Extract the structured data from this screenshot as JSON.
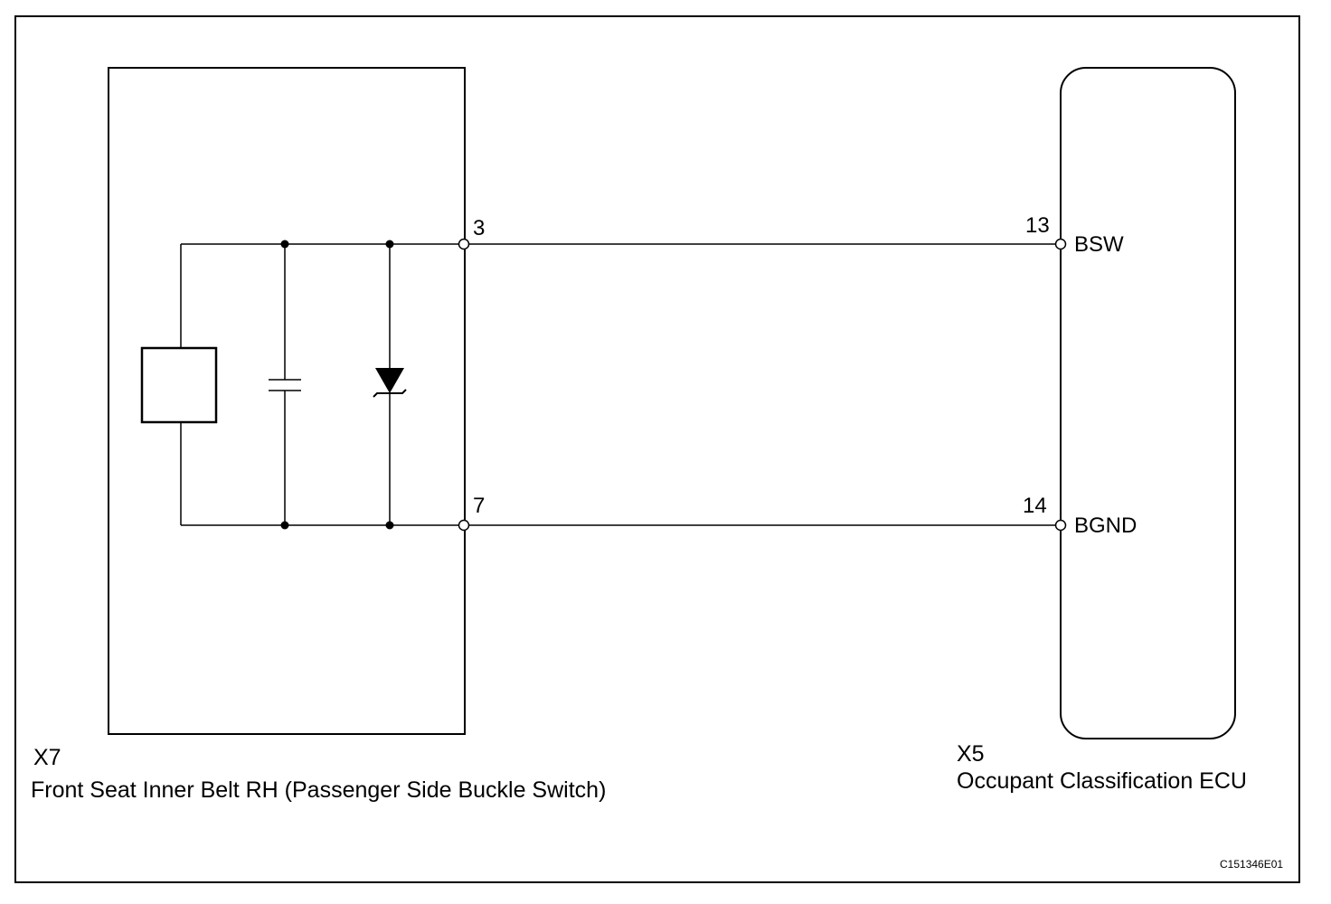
{
  "left_component": {
    "code": "X7",
    "name": "Front Seat Inner Belt RH (Passenger Side Buckle Switch)",
    "pin_top": "3",
    "pin_bottom": "7"
  },
  "right_component": {
    "code": "X5",
    "name": "Occupant Classification ECU",
    "pin_top": "13",
    "pin_top_label": "BSW",
    "pin_bottom": "14",
    "pin_bottom_label": "BGND"
  },
  "figure_id": "C151346E01"
}
